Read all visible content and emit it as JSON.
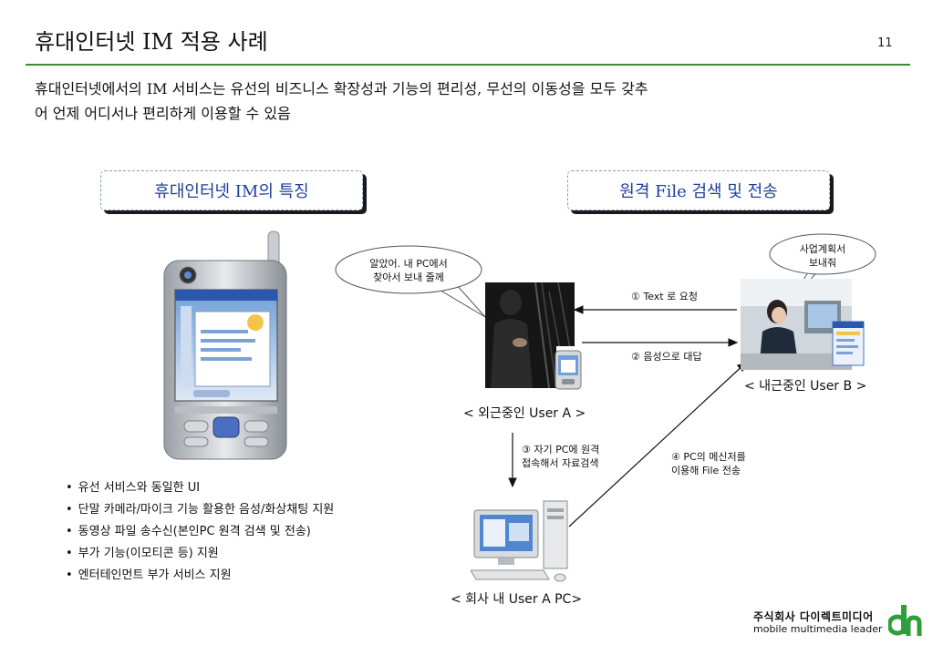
{
  "header": {
    "title": "휴대인터넷 IM 적용 사례",
    "page_number": "11"
  },
  "intro": "휴대인터넷에서의 IM 서비스는 유선의 비즈니스 확장성과 기능의 편리성, 무선의 이동성을 모두 갖추\n어 언제 어디서나 편리하게 이용할 수 있음",
  "left_section": {
    "heading": "휴대인터넷 IM의 특징",
    "bullets": [
      "유선 서비스와 동일한 UI",
      "단말 카메라/마이크 기능 활용한 음성/화상채팅 지원",
      "동영상 파일 송수신(본인PC 원격 검색 및 전송)",
      "부가 기능(이모티콘 등) 지원",
      "엔터테인먼트 부가 서비스 지원"
    ]
  },
  "right_section": {
    "heading": "원격 File 검색 및 전송",
    "bubble_a": "알았어. 내 PC에서\n찾아서 보내 줄께",
    "bubble_b": "사업계획서\n보내줘",
    "step1": "① Text 로 요청",
    "step2": "② 음성으로 대답",
    "step3": "③ 자기 PC에 원격\n    접속해서 자료검색",
    "step4": "④ PC의 메신저를\n    이용해 File 전송",
    "caption_user_a": "< 외근중인 User A  >",
    "caption_user_b": "< 내근중인 User B >",
    "caption_pc": "< 회사 내 User A  PC>"
  },
  "logo": {
    "company_ko": "주식회사 다이렉트미디어",
    "tagline": "mobile multimedia leader"
  },
  "colors": {
    "accent_green": "#3a8c3a",
    "heading_blue": "#1d3f9a",
    "logo_green": "#2e9e3a"
  }
}
